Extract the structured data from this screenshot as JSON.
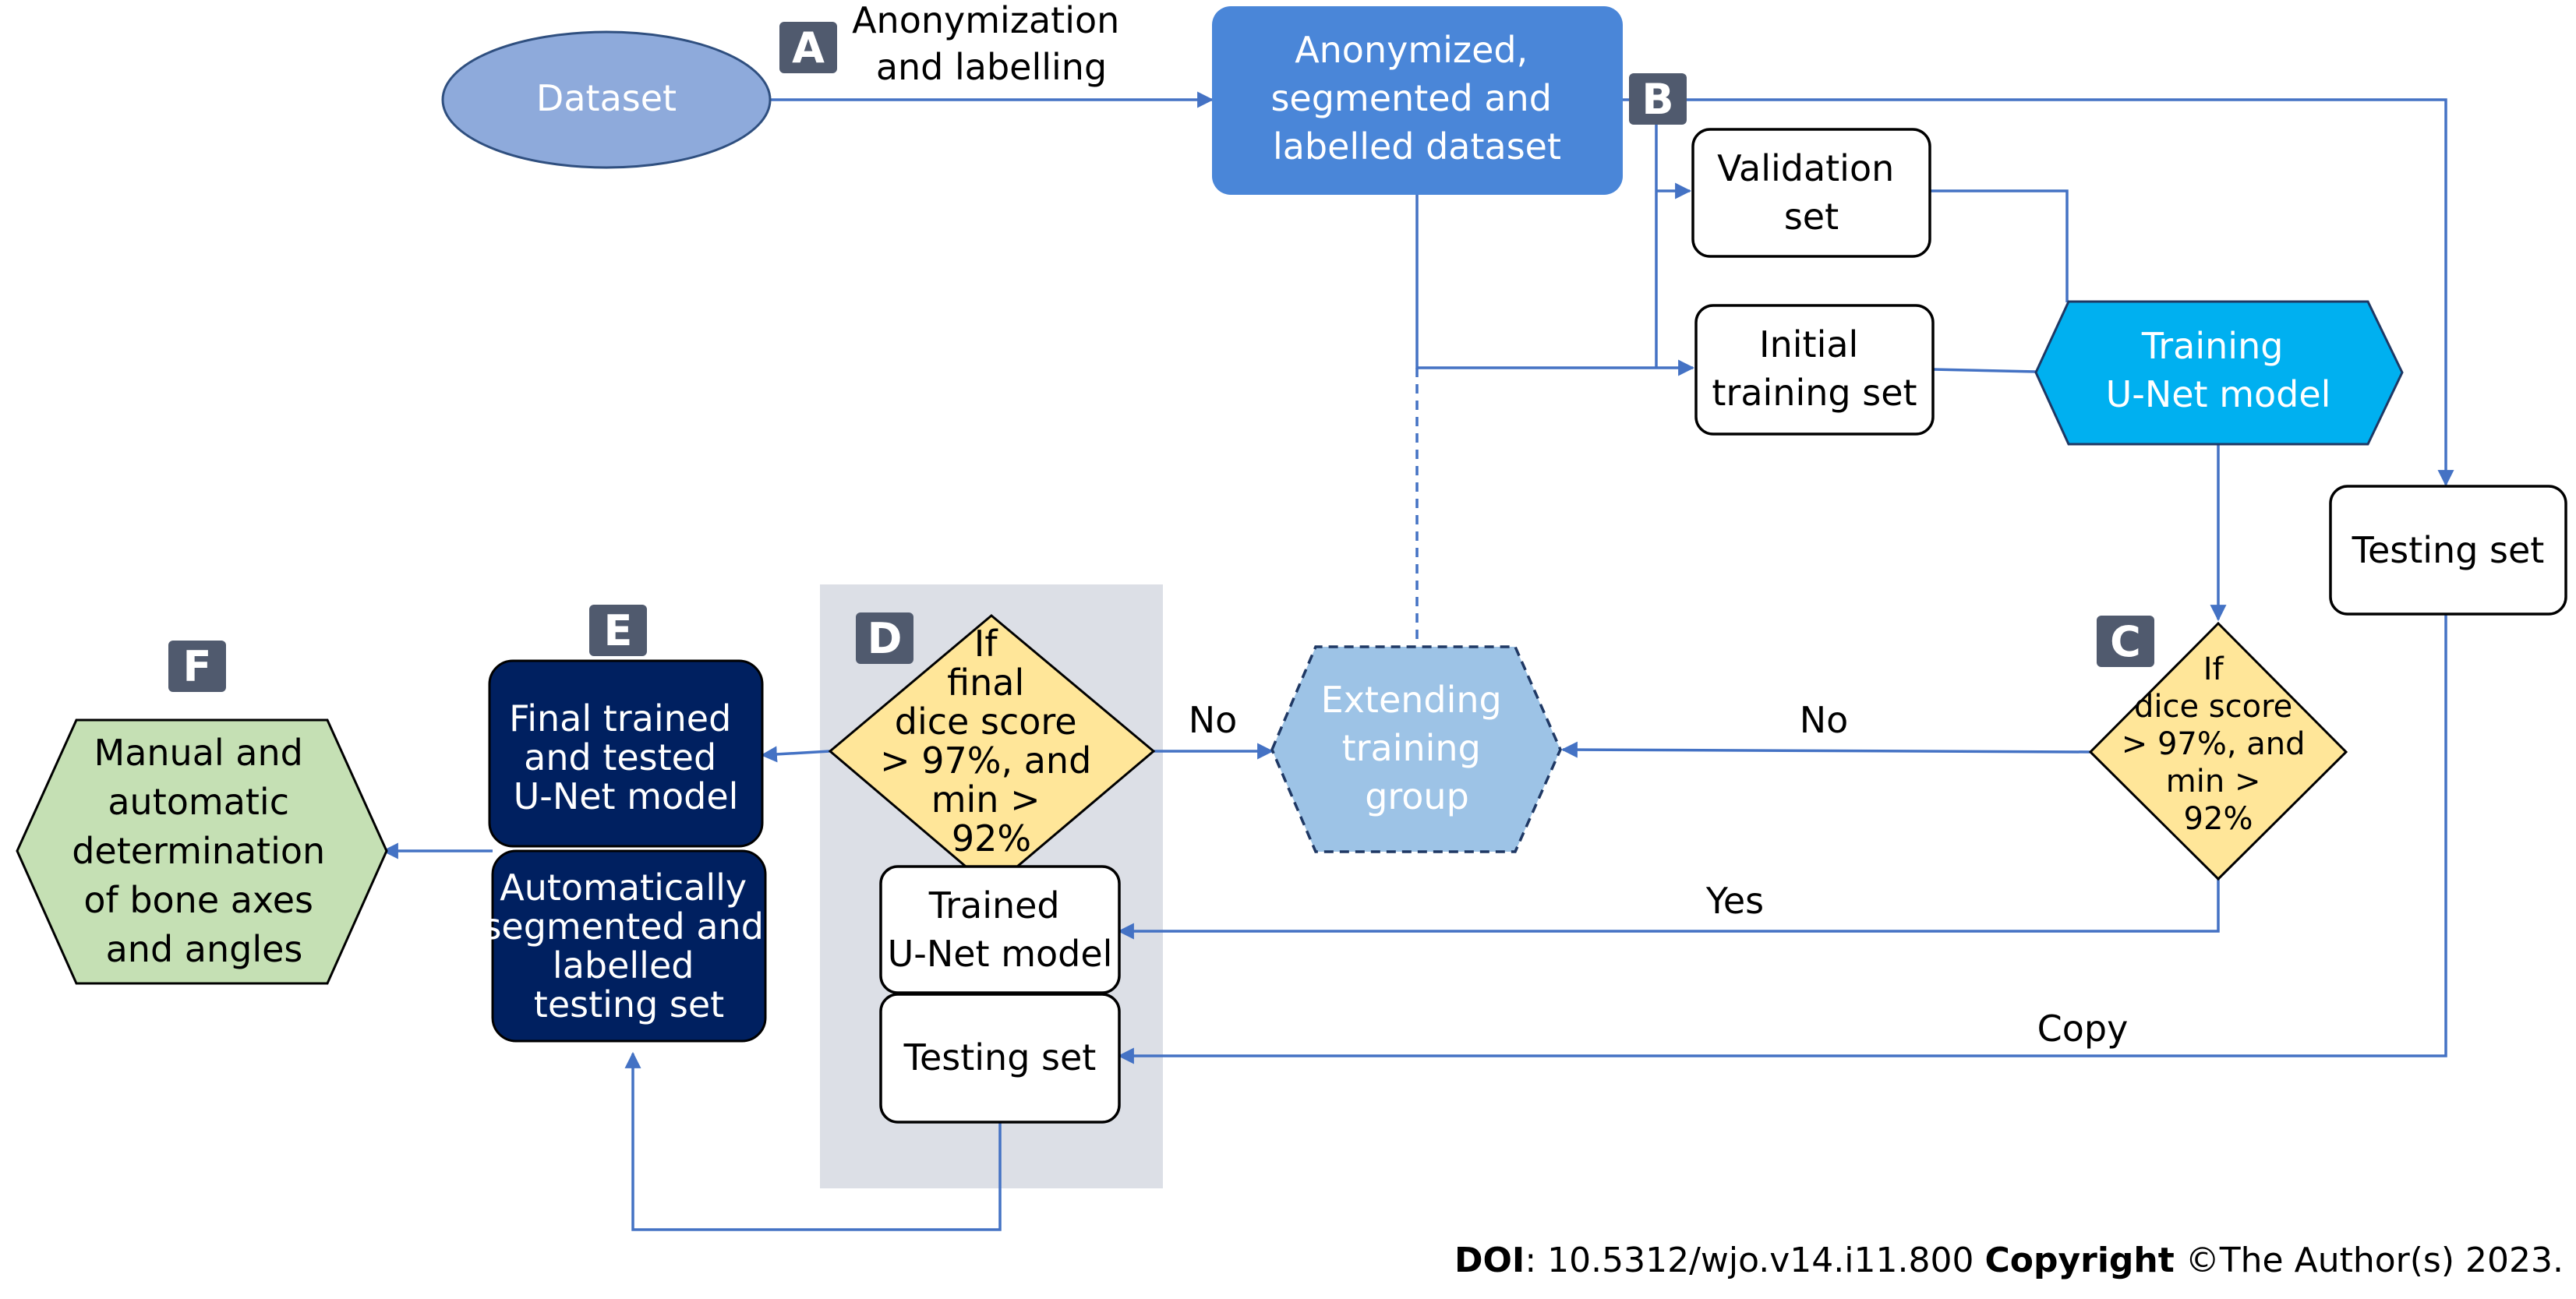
{
  "nodes": {
    "dataset": {
      "lines": [
        "Dataset"
      ],
      "fill": "#8eaadb"
    },
    "anonymized": {
      "lines": [
        "Anonymized,",
        "segmented and",
        "labelled dataset"
      ],
      "fill": "#4a86d8"
    },
    "validation": {
      "lines": [
        "Validation",
        "set"
      ]
    },
    "initial_training": {
      "lines": [
        "Initial",
        "training set"
      ]
    },
    "training_unet": {
      "lines": [
        "Training",
        "U-Net model"
      ],
      "fill": "#00b0f0"
    },
    "testing_right": {
      "lines": [
        "Testing set"
      ]
    },
    "decision_c": {
      "lines": [
        "If",
        "dice score",
        "> 97%, and",
        "min >",
        "92%"
      ],
      "fill": "#ffe699"
    },
    "extending": {
      "lines": [
        "Extending",
        "training",
        "group"
      ],
      "fill": "#9dc3e6"
    },
    "decision_d": {
      "lines": [
        "If",
        "final",
        "dice score",
        "> 97%, and",
        "min >",
        "92%"
      ],
      "fill": "#ffe699"
    },
    "trained_unet": {
      "lines": [
        "Trained",
        "U-Net model"
      ]
    },
    "testing_d": {
      "lines": [
        "Testing set"
      ]
    },
    "final_model": {
      "lines": [
        "Final trained",
        "and tested",
        "U-Net model"
      ],
      "fill": "#002060"
    },
    "auto_segmented": {
      "lines": [
        "Automatically",
        "segmented and",
        "labelled",
        "testing set"
      ],
      "fill": "#002060"
    },
    "manual_auto": {
      "lines": [
        "Manual and",
        "automatic",
        "determination",
        "of bone axes",
        "and angles"
      ],
      "fill": "#c5e0b4"
    }
  },
  "badges": {
    "a": "A",
    "b": "B",
    "c": "C",
    "d": "D",
    "e": "E",
    "f": "F"
  },
  "edge_labels": {
    "anonymization": [
      "Anonymization",
      "and labelling"
    ],
    "no_c": "No",
    "no_d": "No",
    "yes": "Yes",
    "copy": "Copy"
  },
  "footer": {
    "doi_label": "DOI",
    "doi_value": ": 10.5312/wjo.v14.i11.800 ",
    "copyright_label": "Copyright",
    "copyright_value": " ©The Author(s) 2023."
  },
  "colors": {
    "connector": "#4472c4",
    "panel": "#dcdfe6",
    "badge": "#505a6e"
  }
}
